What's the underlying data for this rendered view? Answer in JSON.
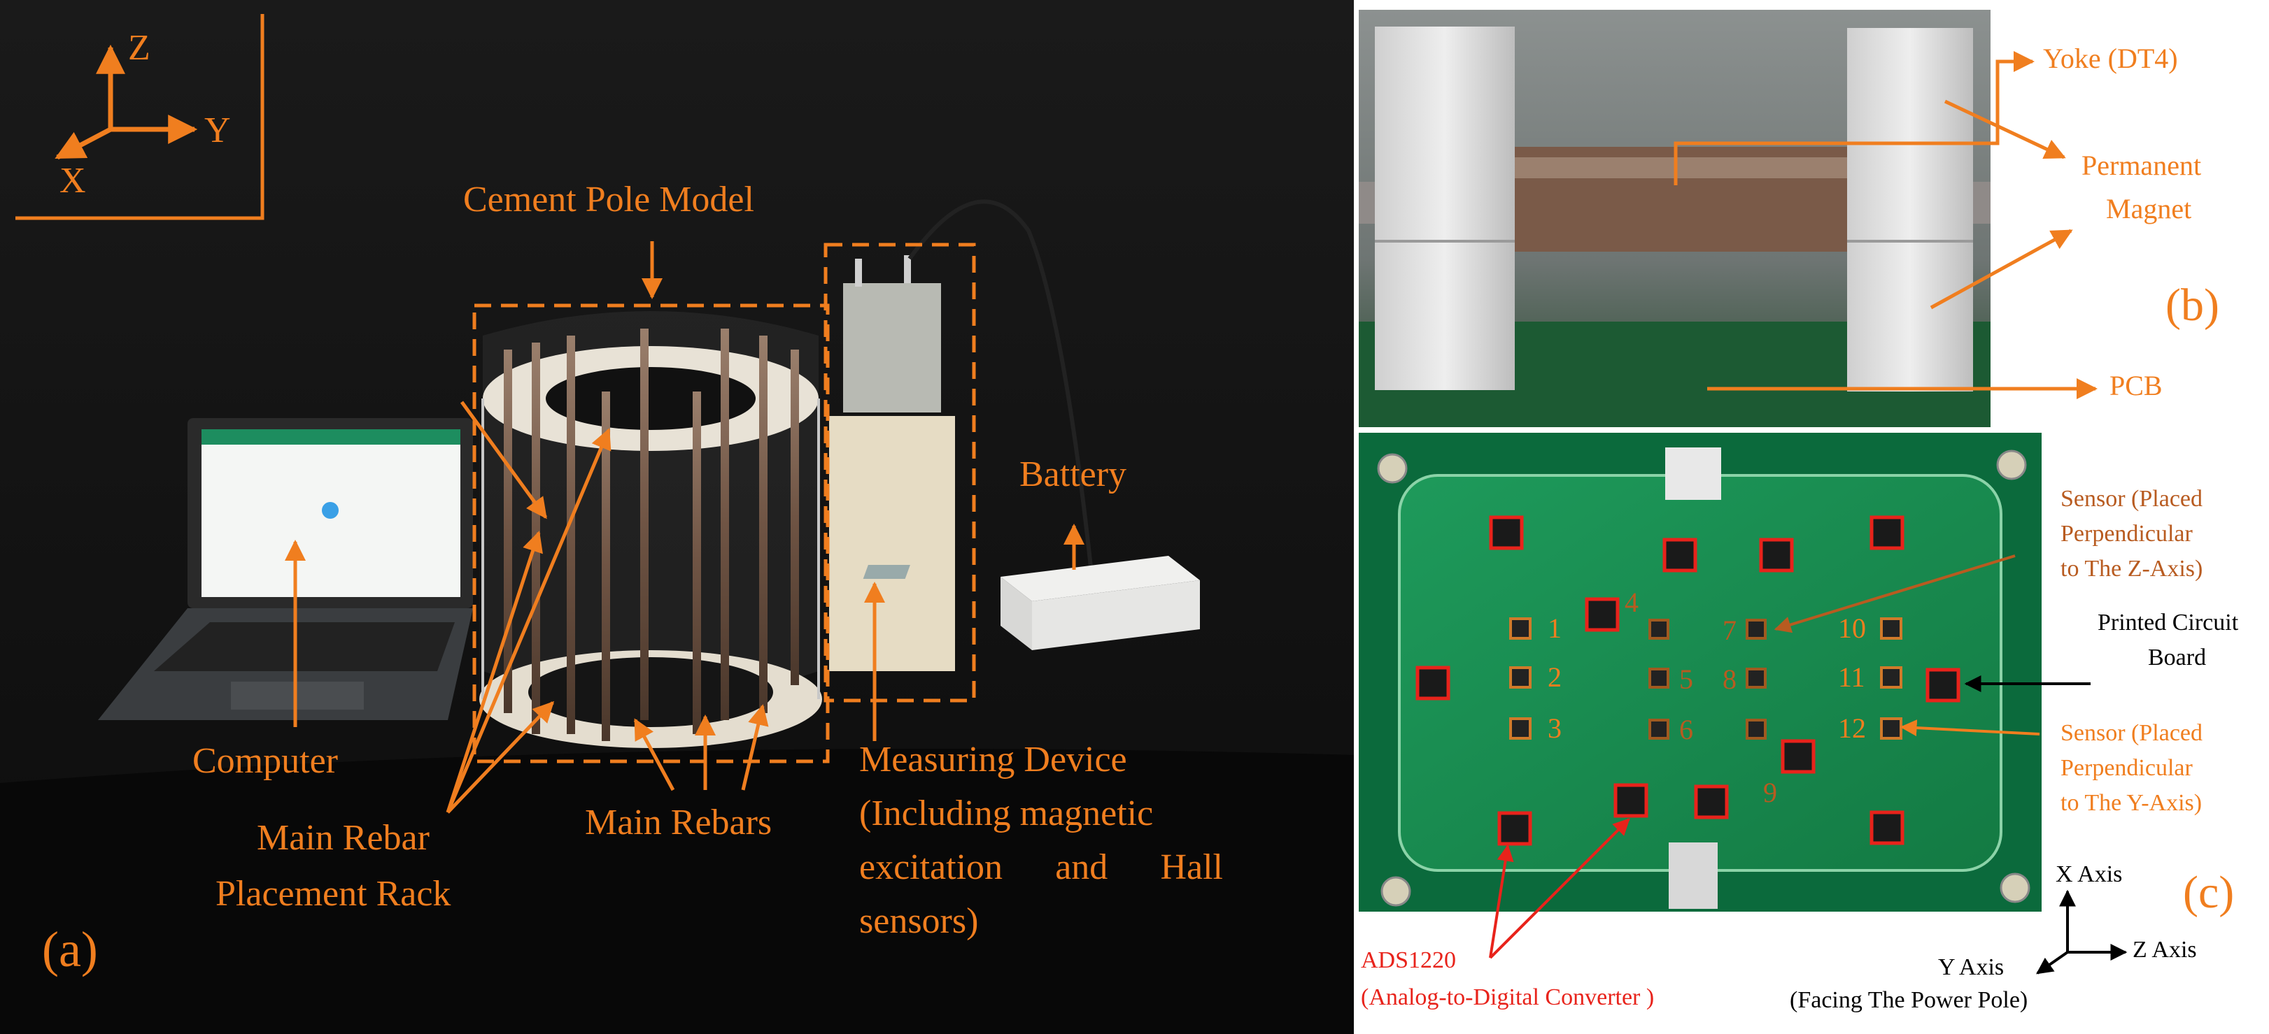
{
  "panel_a": {
    "label": "(a)",
    "axes": {
      "z": "Z",
      "y": "Y",
      "x": "X"
    },
    "labels": {
      "cement_pole_model": "Cement Pole Model",
      "battery": "Battery",
      "computer": "Computer",
      "main_rebar_placement_rack_1": "Main Rebar",
      "main_rebar_placement_rack_2": "Placement Rack",
      "main_rebars": "Main Rebars",
      "measuring_device_1": "Measuring Device",
      "measuring_device_2": "(Including magnetic",
      "measuring_device_3": "excitation and Hall",
      "measuring_device_4": "sensors)"
    }
  },
  "panel_b": {
    "label": "(b)",
    "labels": {
      "yoke": "Yoke (DT4)",
      "permanent_magnet_1": "Permanent",
      "permanent_magnet_2": "Magnet",
      "pcb": "PCB"
    }
  },
  "panel_c": {
    "label": "(c)",
    "sensor_numbers": [
      "1",
      "2",
      "3",
      "4",
      "5",
      "6",
      "7",
      "8",
      "9",
      "10",
      "11",
      "12"
    ],
    "labels": {
      "sensor_z_1": "Sensor (Placed",
      "sensor_z_2": "Perpendicular",
      "sensor_z_3": "to The Z-Axis)",
      "pcb_full_1": "Printed Circuit",
      "pcb_full_2": "Board",
      "sensor_y_1": "Sensor (Placed",
      "sensor_y_2": "Perpendicular",
      "sensor_y_3": "to The Y-Axis)",
      "adc_1": "ADS1220",
      "adc_2": "(Analog-to-Digital Converter )",
      "x_axis": "X Axis",
      "z_axis": "Z Axis",
      "y_axis": "Y Axis",
      "y_axis_note": "(Facing The Power Pole)"
    }
  },
  "colors": {
    "label_orange": "#f07e1f",
    "label_red": "#e8231b",
    "label_brown": "#b85b20",
    "pcb_green": "#1f8f55",
    "photo_background": "#101010"
  }
}
